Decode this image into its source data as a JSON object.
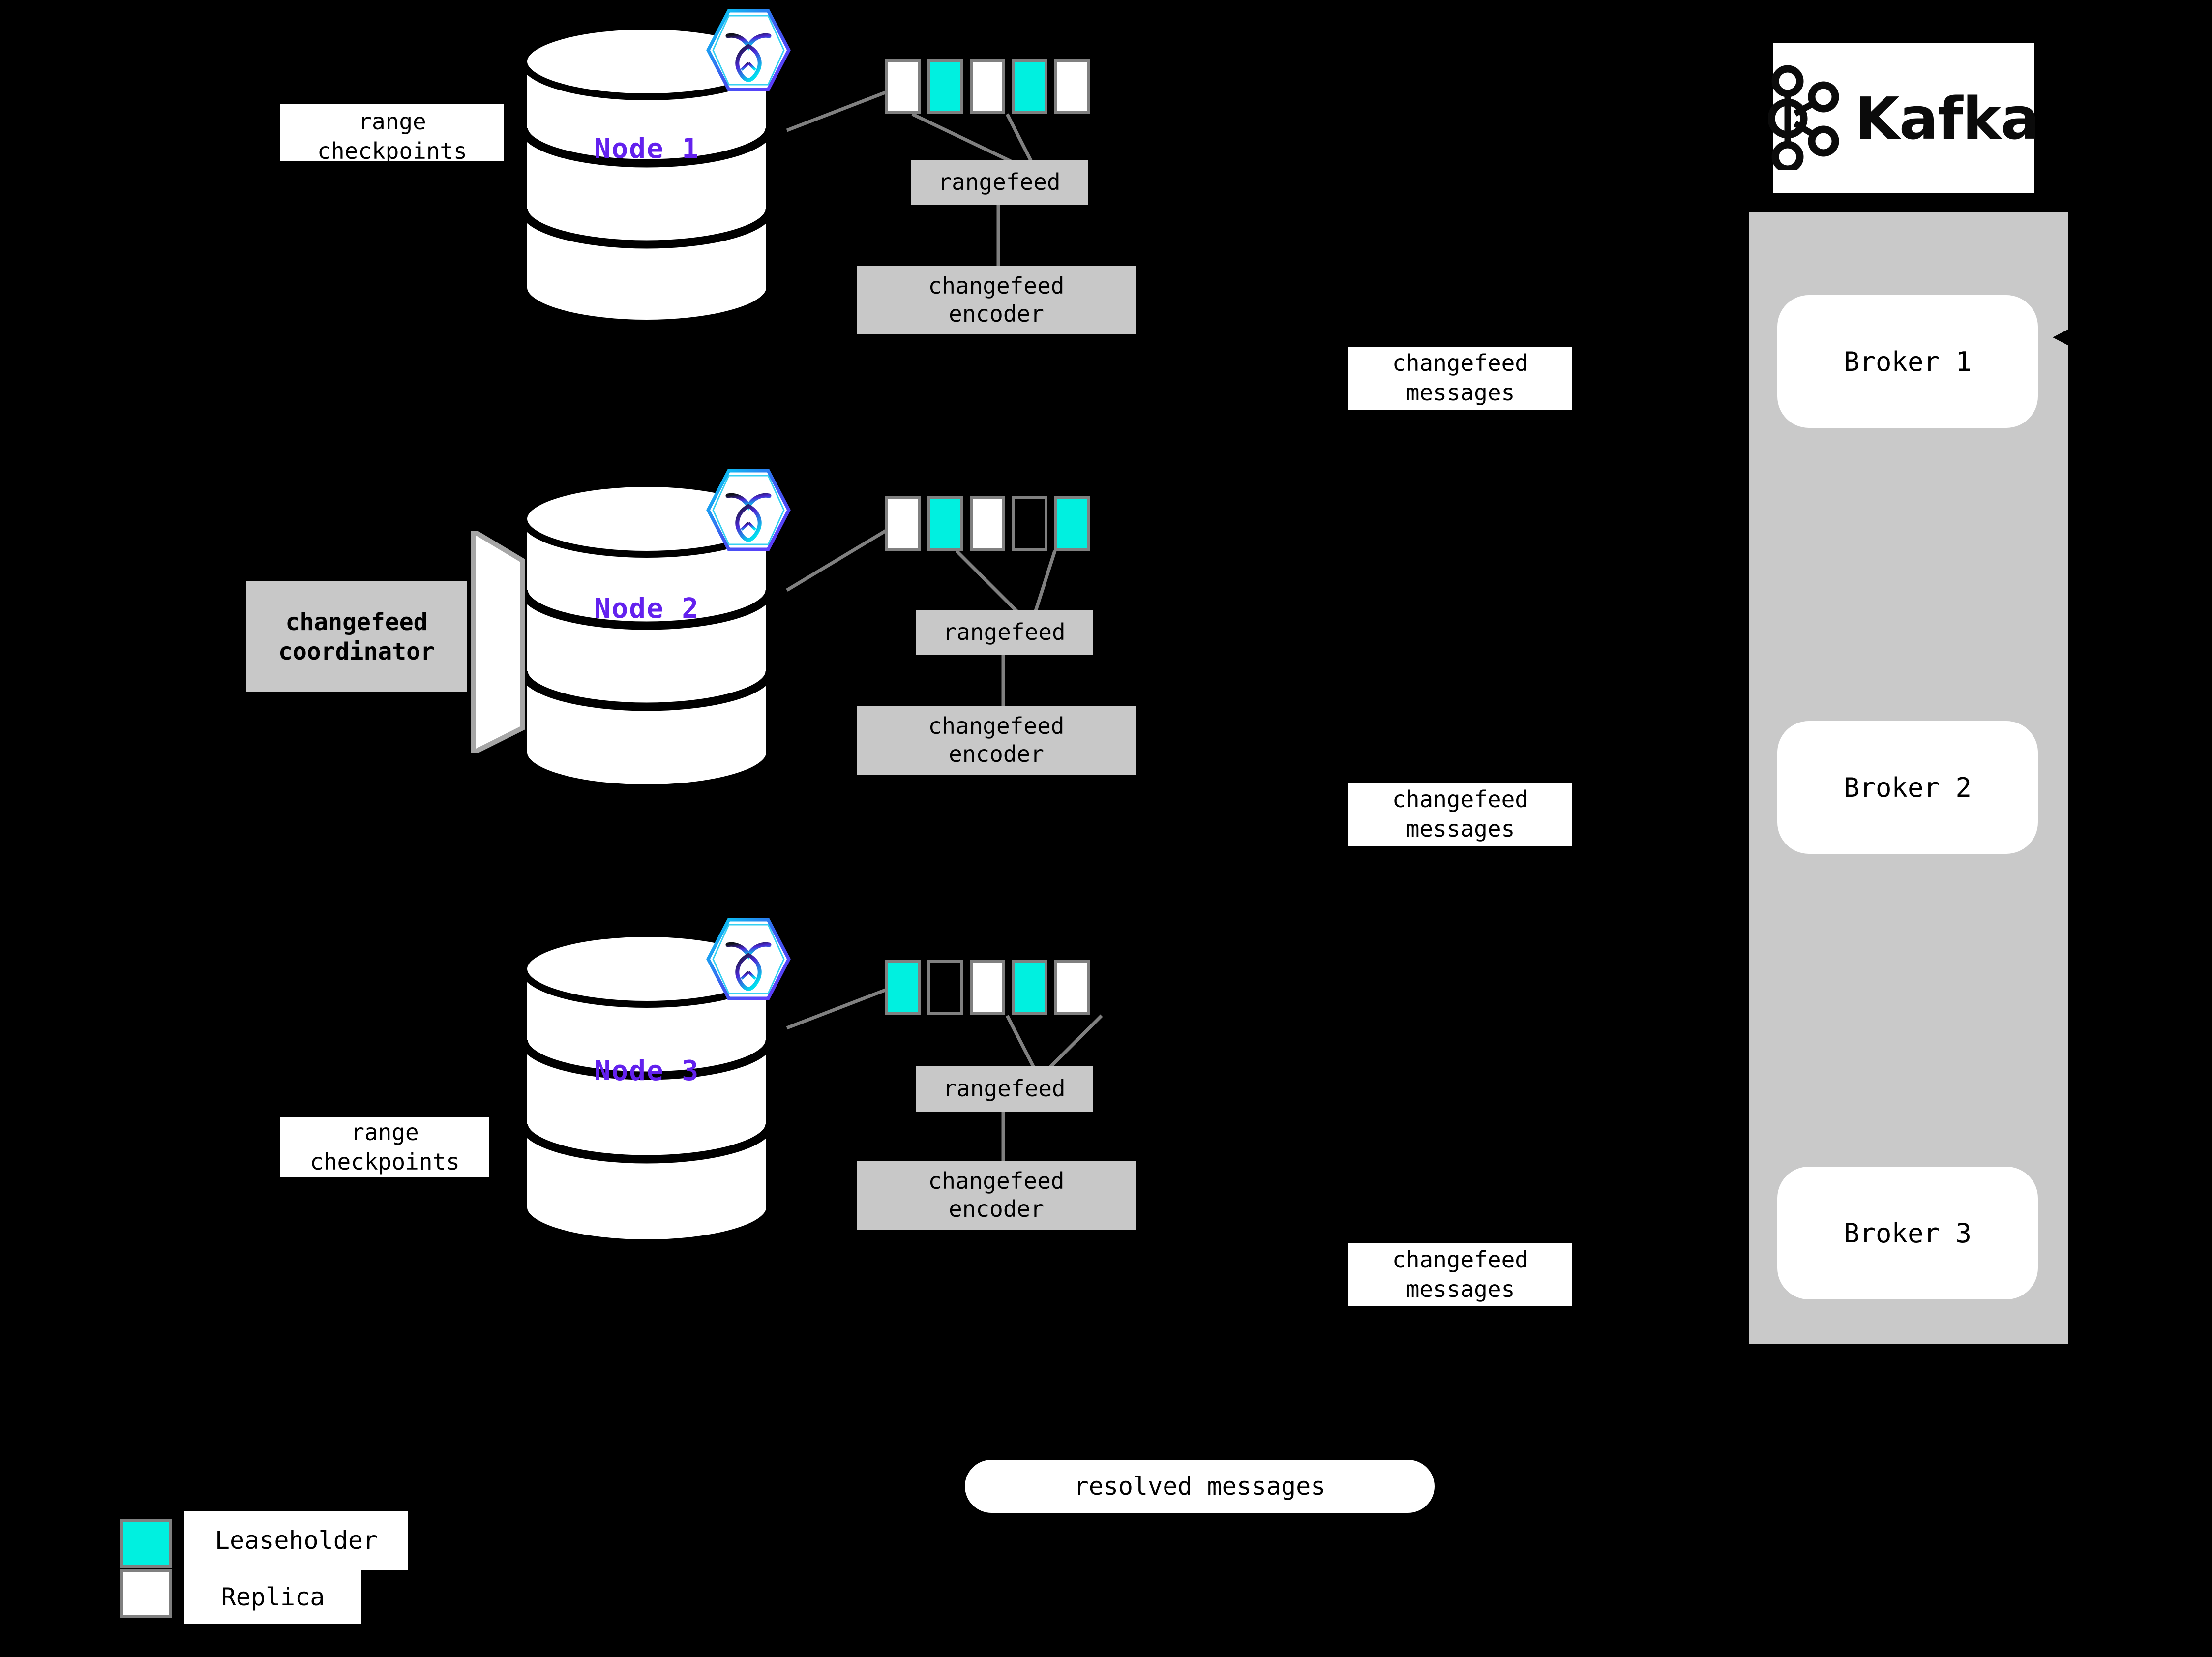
{
  "background_color": "#000000",
  "accent_colors": {
    "leaseholder": "#00F0E0",
    "replica": "#FFFFFF",
    "node_label": "#6321EE",
    "box_gray": "#C8C8C8",
    "panel_gray": "#C9C9C9",
    "range_border": "#808080",
    "connector": "#808080"
  },
  "nodes": [
    {
      "id": "node-1",
      "label": "Node 1",
      "logo": "cockroachdb-hexagon-icon",
      "checkpoint_label": "range\ncheckpoints",
      "rangefeed_label": "rangefeed",
      "encoder_label": "changefeed\nencoder",
      "ranges": [
        {
          "kind": "replica"
        },
        {
          "kind": "leaseholder"
        },
        {
          "kind": "replica"
        },
        {
          "kind": "leaseholder"
        },
        {
          "kind": "replica"
        }
      ]
    },
    {
      "id": "node-2",
      "label": "Node 2",
      "logo": "cockroachdb-hexagon-icon",
      "coordinator_label": "changefeed\ncoordinator",
      "rangefeed_label": "rangefeed",
      "encoder_label": "changefeed\nencoder",
      "ranges": [
        {
          "kind": "replica"
        },
        {
          "kind": "leaseholder"
        },
        {
          "kind": "replica"
        },
        {
          "kind": "empty"
        },
        {
          "kind": "leaseholder"
        }
      ]
    },
    {
      "id": "node-3",
      "label": "Node 3",
      "logo": "cockroachdb-hexagon-icon",
      "checkpoint_label": "range\ncheckpoints",
      "rangefeed_label": "rangefeed",
      "encoder_label": "changefeed\nencoder",
      "ranges": [
        {
          "kind": "leaseholder"
        },
        {
          "kind": "empty"
        },
        {
          "kind": "replica"
        },
        {
          "kind": "leaseholder"
        },
        {
          "kind": "replica"
        }
      ]
    }
  ],
  "messages": [
    {
      "id": "msg-1",
      "text": "changefeed\nmessages"
    },
    {
      "id": "msg-2",
      "text": "changefeed\nmessages"
    },
    {
      "id": "msg-3",
      "text": "changefeed\nmessages"
    }
  ],
  "resolved": {
    "label": "resolved messages"
  },
  "kafka": {
    "wordmark": "Kafka",
    "logo": "kafka-node-graph-icon",
    "brokers": [
      {
        "id": "broker-1",
        "label": "Broker 1"
      },
      {
        "id": "broker-2",
        "label": "Broker 2"
      },
      {
        "id": "broker-3",
        "label": "Broker 3"
      }
    ]
  },
  "legend": {
    "items": [
      {
        "swatch": "leaseholder",
        "label": "Leaseholder"
      },
      {
        "swatch": "replica",
        "label": "Replica"
      }
    ]
  }
}
